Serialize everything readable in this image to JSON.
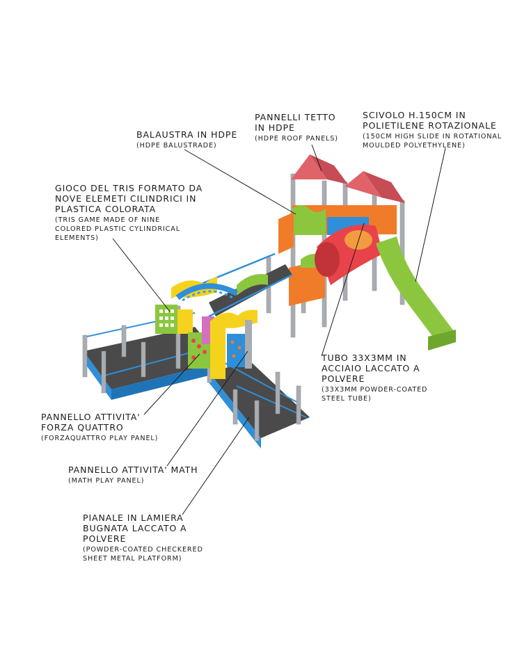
{
  "callouts": [
    {
      "id": "roof",
      "title": "PANNELLI TETTO\nIN HDPE",
      "subtitle": "(HDPE ROOF PANELS)"
    },
    {
      "id": "slide",
      "title": "SCIVOLO H.150CM IN\nPOLIETILENE ROTAZIONALE",
      "subtitle": "(150CM HIGH SLIDE IN ROTATIONAL\nMOULDED POLYETHYLENE)"
    },
    {
      "id": "balustrade",
      "title": "BALAUSTRA IN HDPE",
      "subtitle": "(HDPE BALUSTRADE)"
    },
    {
      "id": "tris",
      "title": "GIOCO DEL TRIS FORMATO DA\nNOVE ELEMETI CILINDRICI IN\nPLASTICA COLORATA",
      "subtitle": "(TRIS GAME MADE OF NINE\nCOLORED PLASTIC CYLINDRICAL\nELEMENTS)"
    },
    {
      "id": "tube",
      "title": "TUBO 33X3MM IN\nACCIAIO LACCATO A\nPOLVERE",
      "subtitle": "(33X3MM POWDER-COATED\nSTEEL TUBE)"
    },
    {
      "id": "forza",
      "title": "PANNELLO ATTIVITA'\nFORZA QUATTRO",
      "subtitle": "(FORZAQUATTRO PLAY PANEL)"
    },
    {
      "id": "math",
      "title": "PANNELLO ATTIVITA' MATH",
      "subtitle": "(MATH PLAY PANEL)"
    },
    {
      "id": "platform",
      "title": "PIANALE IN LAMIERA\nBUGNATA LACCATO A\nPOLVERE",
      "subtitle": "(POWDER-COATED CHECKERED\nSHEET METAL PLATFORM)"
    }
  ],
  "colors": {
    "roof_red": "#e0636a",
    "slide_green": "#8cc63f",
    "tube_red": "#e8434a",
    "steel_grey": "#a9adb2",
    "panel_blue": "#2f8fd8",
    "panel_orange": "#f07c2a",
    "panel_yellow": "#f5d21e",
    "platform_dark": "#4a4a4a"
  }
}
